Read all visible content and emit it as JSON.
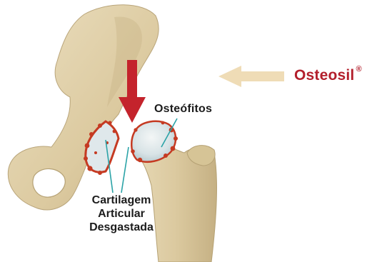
{
  "labels": {
    "osteophytes": "Osteófitos",
    "cartilage_line1": "Cartilagem",
    "cartilage_line2": "Articular",
    "cartilage_line3": "Desgastada",
    "brand": "Osteosil",
    "brand_mark": "®"
  },
  "colors": {
    "bone": "#e2d3ae",
    "bone_shade": "#c4b184",
    "cartilage": "#dde7ea",
    "inflammation": "#c53a22",
    "arrow_red": "#c4232c",
    "arrow_beige": "#efdcb6",
    "leader_line": "#2ba3a7",
    "brand": "#b31f2c"
  },
  "icons": {
    "pressure_arrow": "arrow-down-icon",
    "pointer_arrow": "arrow-left-icon"
  }
}
